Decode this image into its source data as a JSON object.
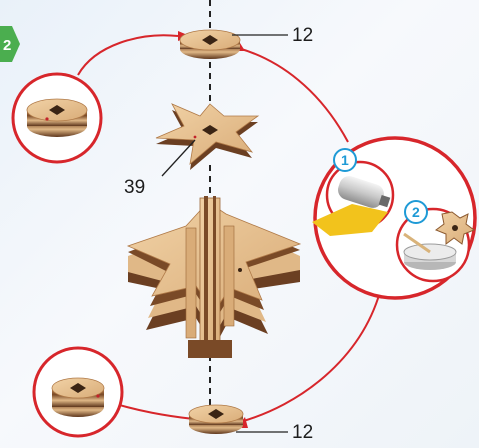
{
  "step": {
    "number": "2"
  },
  "labels": {
    "top_washer": "12",
    "star_piece": "39",
    "bottom_washer": "12"
  },
  "substeps": [
    "1",
    "2"
  ],
  "colors": {
    "accent_red": "#d7262b",
    "step_green": "#4bae4f",
    "wood_light": "#e3bd8e",
    "wood_dark": "#6b3f22",
    "substep_blue": "#1e9ad6",
    "glue_yellow": "#f2c31c"
  },
  "icons": [
    "step-badge-icon",
    "glue-tube-icon",
    "glue-dish-icon",
    "gear-part-icon"
  ]
}
